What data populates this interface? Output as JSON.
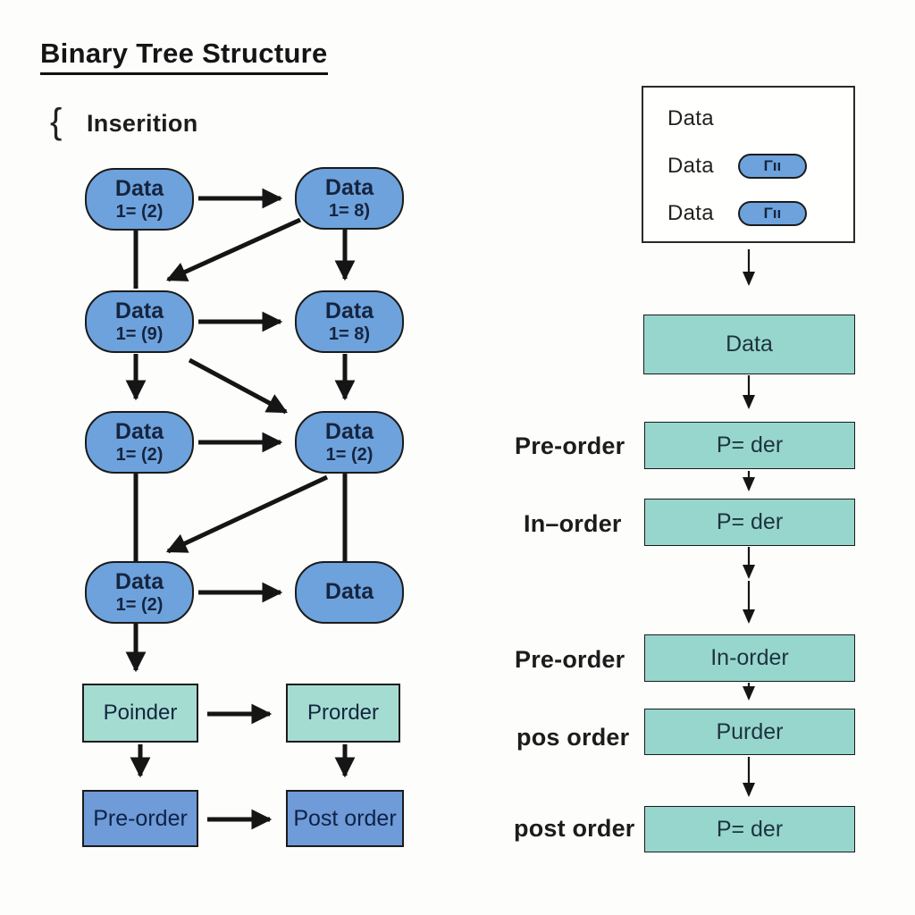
{
  "title": "Binary Tree Structure",
  "subtitle": {
    "brace": "{",
    "label": "Inserition"
  },
  "colors": {
    "node_blue": "#6da2dc",
    "node_text": "#16243f",
    "teal": "#97d6cc",
    "teal_light": "#a5dcd2",
    "box_blue": "#6f9bd8",
    "line": "#151515"
  },
  "tree": {
    "nodes": [
      {
        "line1": "Data",
        "line2": "1= (2)"
      },
      {
        "line1": "Data",
        "line2": "1= 8)"
      },
      {
        "line1": "Data",
        "line2": "1= (9)"
      },
      {
        "line1": "Data",
        "line2": "1= 8)"
      },
      {
        "line1": "Data",
        "line2": "1= (2)"
      },
      {
        "line1": "Data",
        "line2": "1= (2)"
      },
      {
        "line1": "Data",
        "line2": "1= (2)"
      },
      {
        "line1": "Data",
        "line2": ""
      }
    ]
  },
  "left_flow": {
    "pointer_label": "Poinder",
    "prorder_label": "Prorder",
    "preorder_label": "Pre-order",
    "postorder_label": "Post order"
  },
  "legend_box": {
    "row1_label": "Data",
    "row2_label": "Data",
    "row2_pill": "Γıı",
    "row3_label": "Data",
    "row3_pill": "Γıı"
  },
  "right_flow": {
    "box_data": "Data",
    "box_preorder": "P= der",
    "box_inorder": "P= der",
    "box_inorder2": "In-order",
    "box_purder": "Purder",
    "box_postorder": "P= der",
    "label_preorder": "Pre-order",
    "label_inorder": "In–order",
    "label_preorder2": "Pre-order",
    "label_posorder": "pos order",
    "label_postorder": "post order"
  }
}
